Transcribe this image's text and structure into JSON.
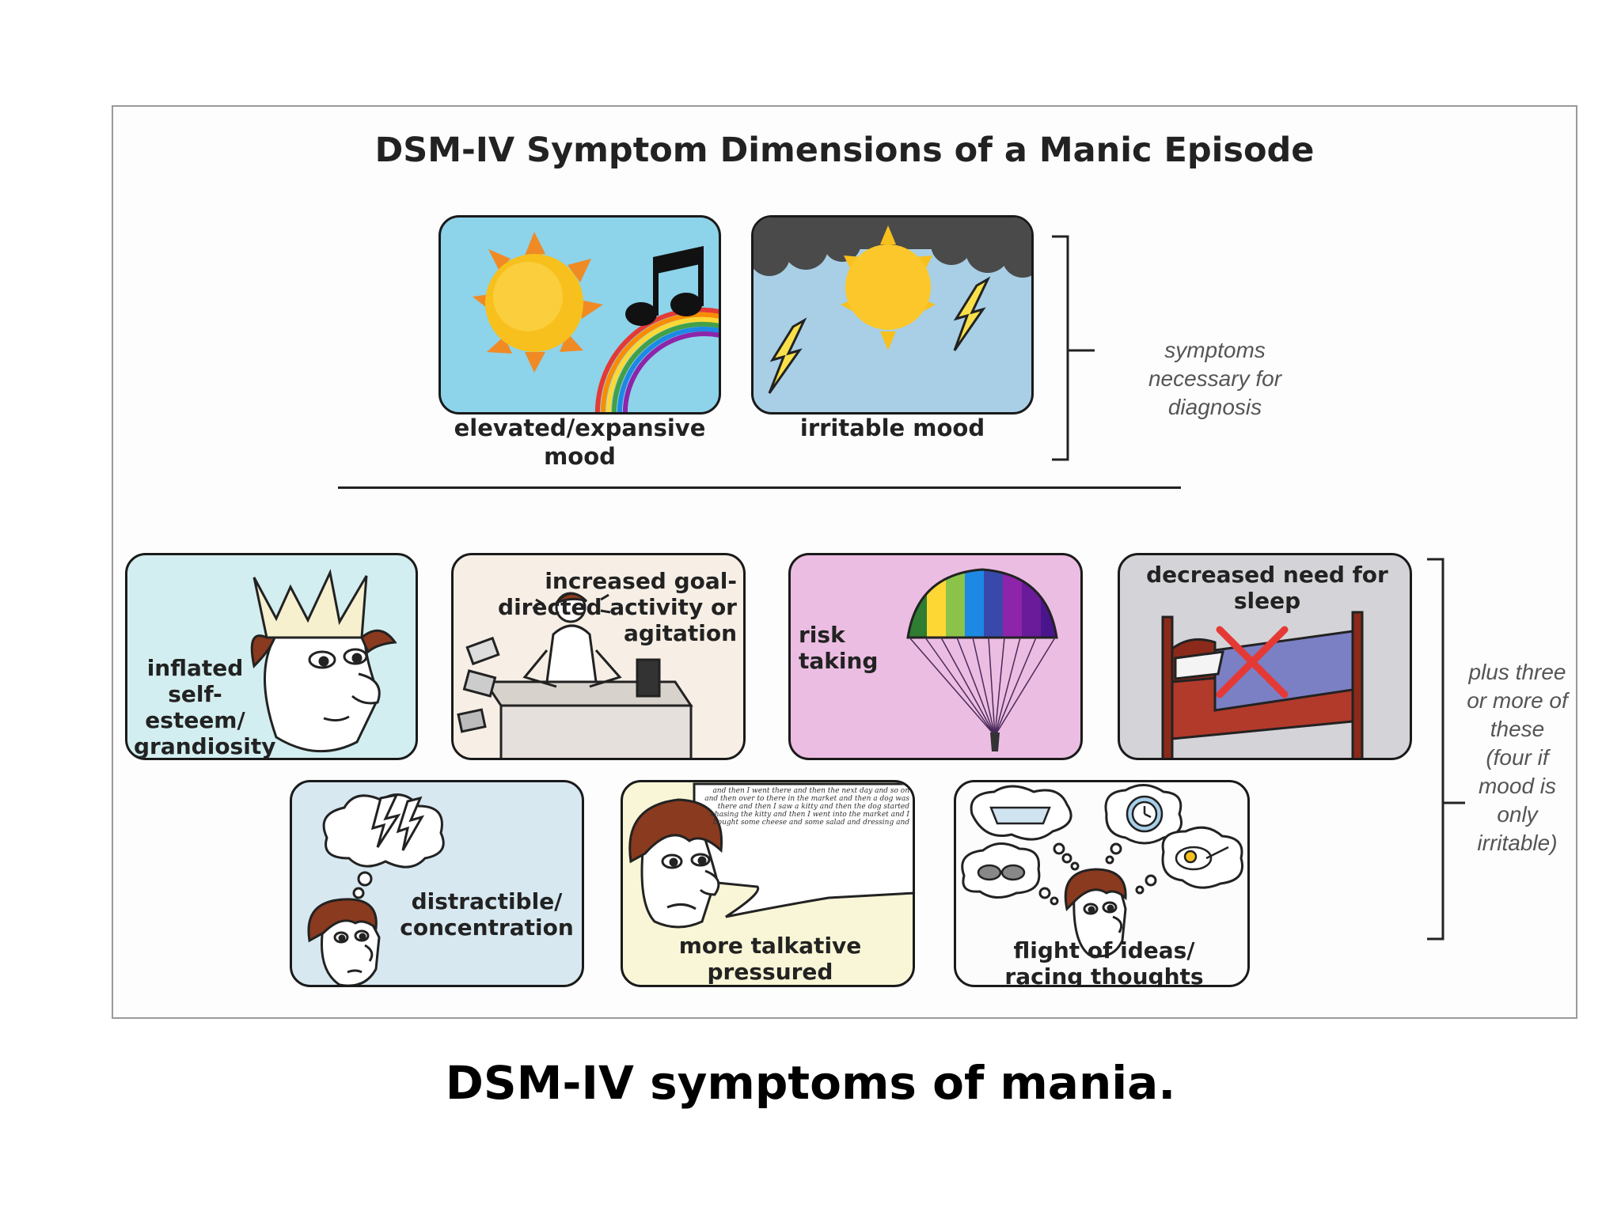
{
  "figure": {
    "title": "DSM-IV Symptom Dimensions of a Manic Episode",
    "mood_panels": [
      {
        "label": "elevated/expansive mood",
        "icons": [
          "sun-icon",
          "music-note-icon",
          "rainbow-icon"
        ]
      },
      {
        "label": "irritable mood",
        "icons": [
          "storm-cloud-icon",
          "sun-icon",
          "lightning-icon"
        ]
      }
    ],
    "mood_note": "symptoms necessary for diagnosis",
    "symptom_panels": [
      {
        "label": "inflated self-esteem/ grandiosity",
        "icons": [
          "crown-icon",
          "face-icon"
        ]
      },
      {
        "label": "increased goal-directed activity or agitation",
        "icons": [
          "desk-icon",
          "person-icon"
        ]
      },
      {
        "label": "risk taking",
        "icons": [
          "parachute-icon"
        ]
      },
      {
        "label": "decreased need for sleep",
        "icons": [
          "bed-icon",
          "x-mark-icon"
        ]
      },
      {
        "label": "distractible/ concentration",
        "icons": [
          "thought-cloud-icon",
          "lightning-icon",
          "face-icon"
        ]
      },
      {
        "label": "more talkative pressured speech",
        "icons": [
          "speech-bubble-icon",
          "face-icon"
        ]
      },
      {
        "label": "flight of ideas/ racing thoughts",
        "icons": [
          "thought-cloud-icon",
          "clock-icon",
          "egg-icon",
          "face-icon"
        ]
      }
    ],
    "speech_text": "and then I went there and then the next day and so on and then over to there in the market and then a dog was there and then I saw a kitty and then the dog started chasing the kitty and then I went into the market and I bought some cheese and some salad and dressing and",
    "symptom_note": "plus three or more of these (four if mood is only irritable)"
  },
  "caption": "DSM-IV symptoms of mania."
}
